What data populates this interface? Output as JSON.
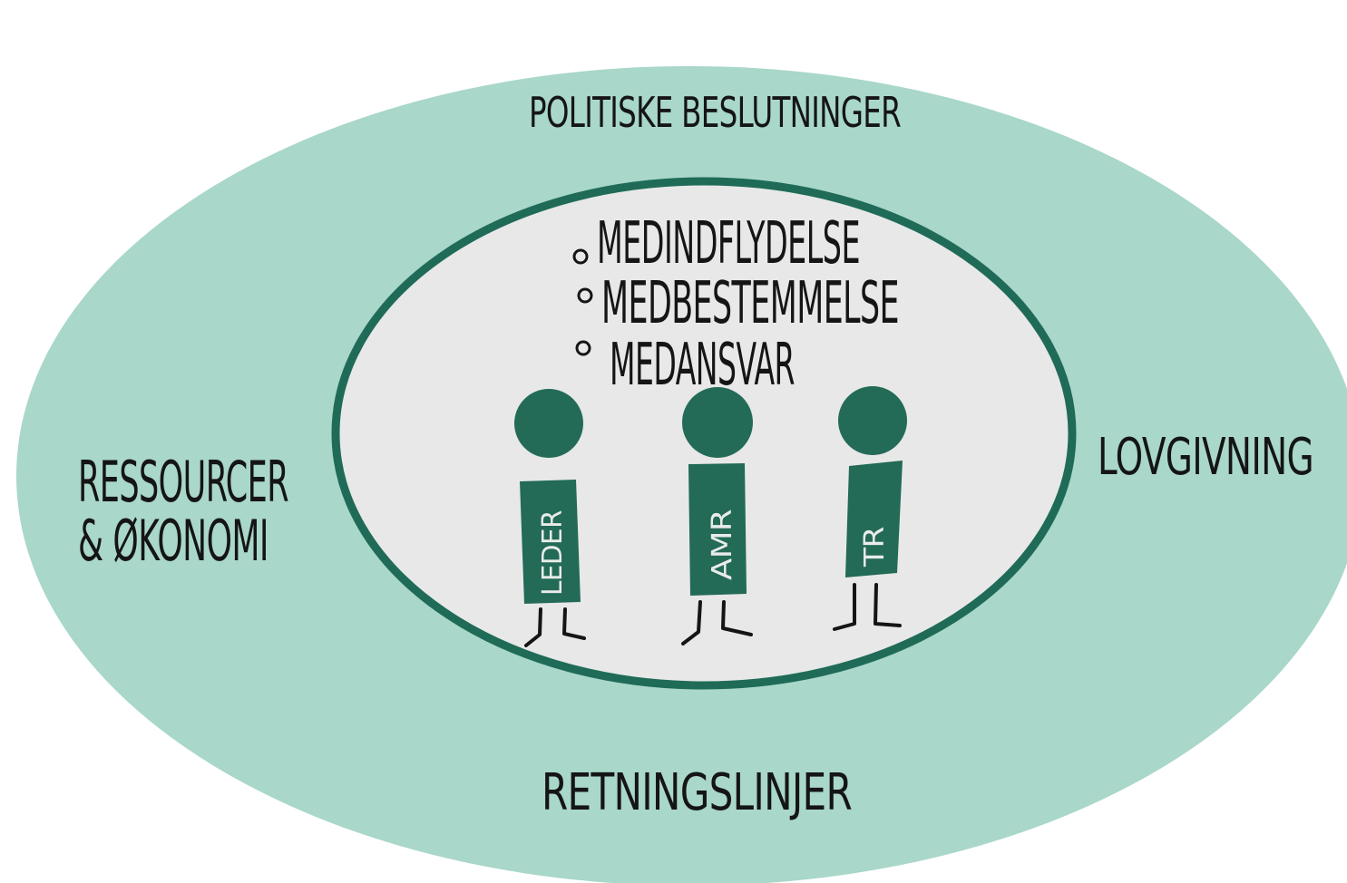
{
  "colors": {
    "outer_fill": "#a9d7ca",
    "inner_fill": "#e7e8e7",
    "inner_stroke": "#1f6b58",
    "person_fill": "#236a57",
    "text": "#151515"
  },
  "outer_labels": {
    "top": "POLITISKE BESLUTNINGER",
    "left_line1": "RESSOURCER",
    "left_line2": "& ØKONOMI",
    "right": "LOVGIVNING",
    "bottom": "RETNINGSLINJER"
  },
  "inner": {
    "bullets": [
      "MEDINDFLYDELSE",
      "MEDBESTEMMELSE",
      "MEDANSVAR"
    ]
  },
  "people": [
    {
      "label": "LEDER"
    },
    {
      "label": "AMR"
    },
    {
      "label": "TR"
    }
  ]
}
